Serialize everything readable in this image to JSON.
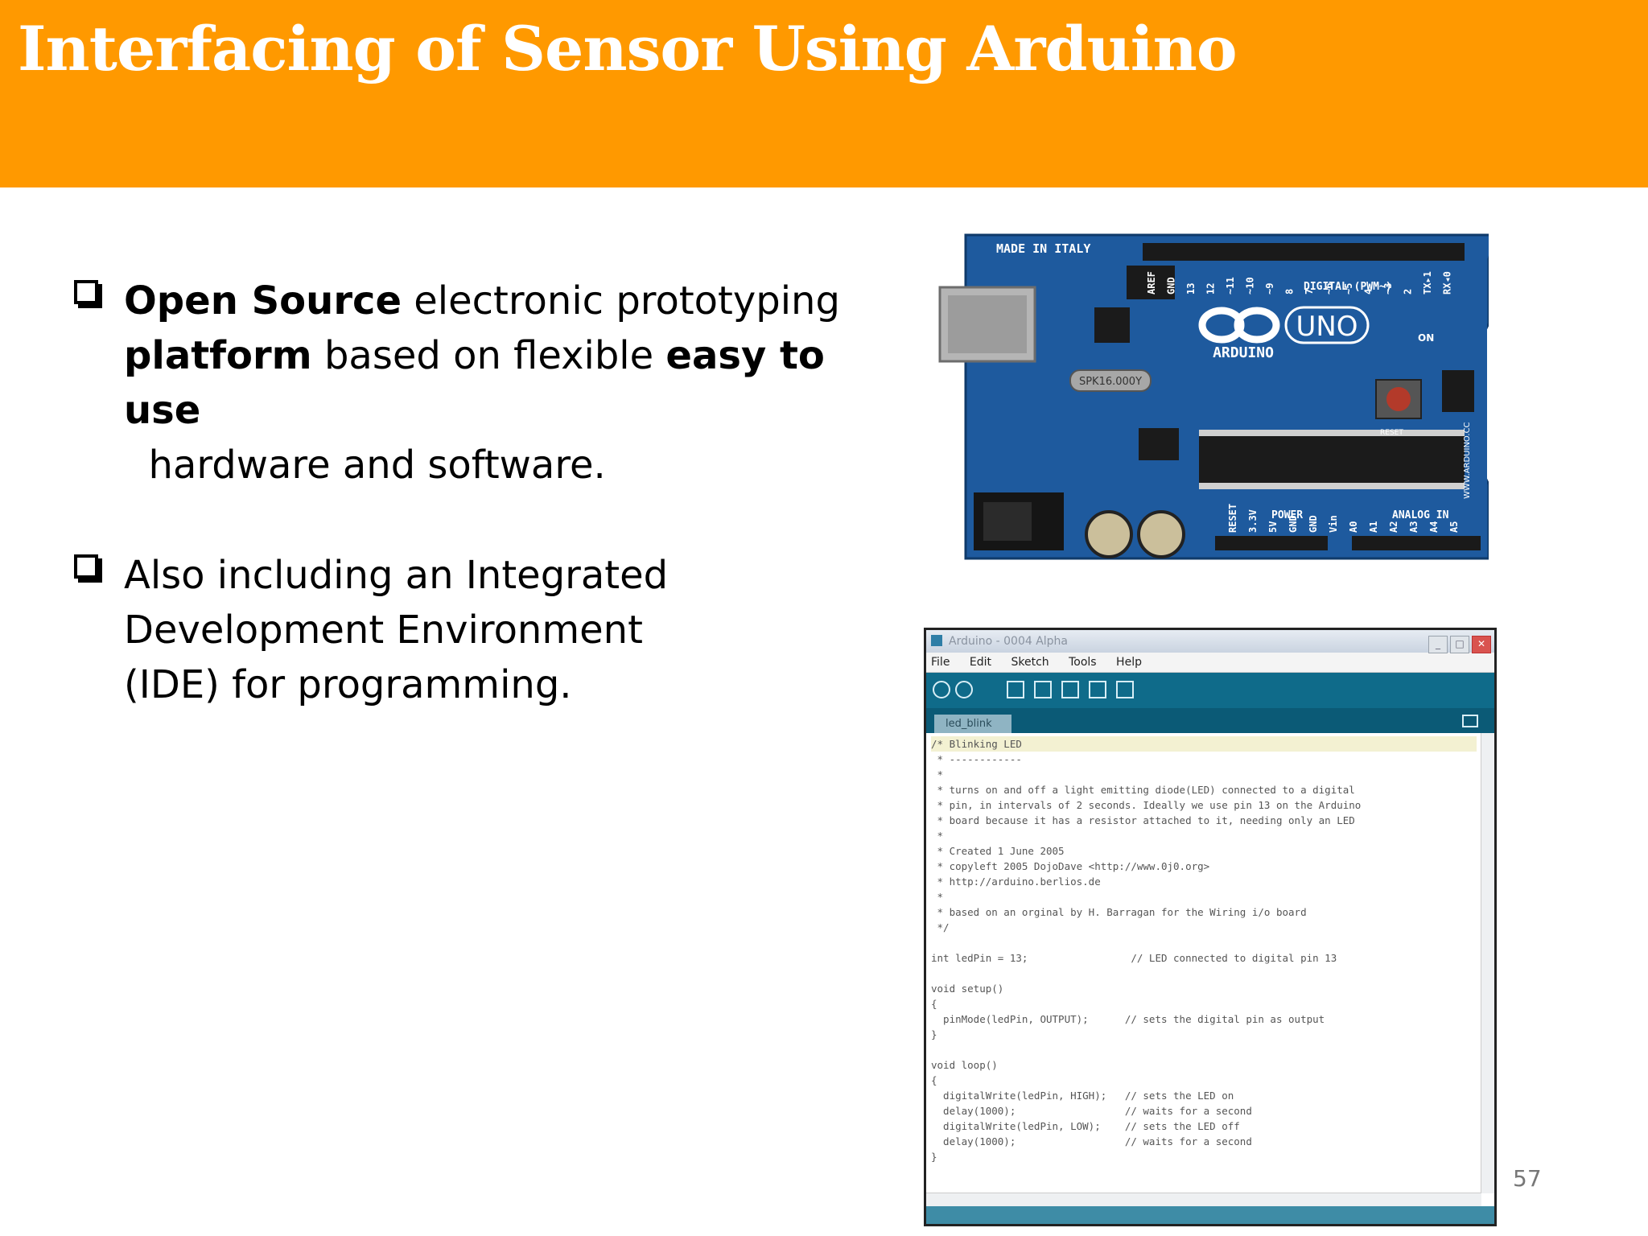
{
  "slide": {
    "title": "Interfacing of Sensor Using Arduino",
    "page_number": "57"
  },
  "bullets": [
    {
      "parts": [
        {
          "text": "Open Source",
          "bold": true
        },
        {
          "text": " electronic prototyping ",
          "bold": false
        },
        {
          "text": "platform",
          "bold": true
        },
        {
          "text": " based on flexible ",
          "bold": false
        },
        {
          "text": "easy to use",
          "bold": true
        },
        {
          "text": "  hardware and software.",
          "bold": false
        }
      ]
    },
    {
      "parts": [
        {
          "text": "Also including an Integrated Development Environment (IDE) for programming.",
          "bold": false
        }
      ]
    }
  ],
  "board": {
    "made_in": "MADE IN ITALY",
    "logo": "ARDUINO",
    "model": "UNO",
    "digital": "DIGITAL (PWM~)",
    "analog": "ANALOG IN",
    "power": "POWER",
    "on": "ON",
    "reset": "RESET",
    "url": "WWW.ARDUINO.CC",
    "crystal": "SPK16.000Y",
    "pins_top": [
      "AREF",
      "GND",
      "13",
      "12",
      "~11",
      "~10",
      "~9",
      "8",
      "7",
      "~6",
      "~5",
      "4",
      "~3",
      "2",
      "TX▸1",
      "RX◂0"
    ],
    "pins_bottom": [
      "RESET",
      "3.3V",
      "5V",
      "GND",
      "GND",
      "Vin",
      "A0",
      "A1",
      "A2",
      "A3",
      "A4",
      "A5"
    ],
    "icons": [
      "usb-connector-icon",
      "power-jack-icon",
      "capacitor-icon",
      "chip-icon"
    ]
  },
  "ide": {
    "window_title": "Arduino - 0004 Alpha",
    "menu": [
      "File",
      "Edit",
      "Sketch",
      "Tools",
      "Help"
    ],
    "tab": "led_blink",
    "code_lines": [
      "/* Blinking LED",
      " * ------------",
      " *",
      " * turns on and off a light emitting diode(LED) connected to a digital",
      " * pin, in intervals of 2 seconds. Ideally we use pin 13 on the Arduino",
      " * board because it has a resistor attached to it, needing only an LED",
      " *",
      " * Created 1 June 2005",
      " * copyleft 2005 DojoDave <http://www.0j0.org>",
      " * http://arduino.berlios.de",
      " *",
      " * based on an orginal by H. Barragan for the Wiring i/o board",
      " */",
      "",
      "int ledPin = 13;                 // LED connected to digital pin 13",
      "",
      "void setup()",
      "{",
      "  pinMode(ledPin, OUTPUT);      // sets the digital pin as output",
      "}",
      "",
      "void loop()",
      "{",
      "  digitalWrite(ledPin, HIGH);   // sets the LED on",
      "  delay(1000);                  // waits for a second",
      "  digitalWrite(ledPin, LOW);    // sets the LED off",
      "  delay(1000);                  // waits for a second",
      "}"
    ]
  },
  "colors": {
    "title_bar": "#FF9900",
    "title_text": "#FFFFFF",
    "board_blue": "#1E5A9E",
    "ide_teal": "#0F6B8A"
  }
}
